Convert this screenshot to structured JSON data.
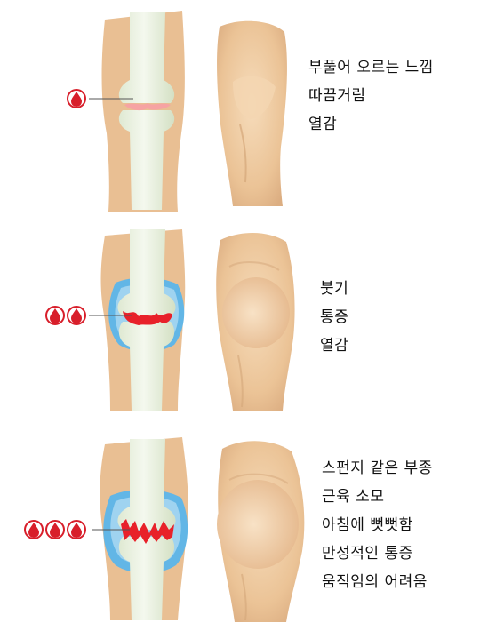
{
  "colors": {
    "skin": "#e9bf93",
    "skin_light": "#f3d4b0",
    "skin_shadow": "#d5a57a",
    "bone": "#eef3e6",
    "bone_shade": "#d7e3c8",
    "synovium": "#62b6e6",
    "synovium_dark": "#2e86c8",
    "inflammation": "#e8212a",
    "drop": "#d81e2a"
  },
  "stages": [
    {
      "severity_drops": 1,
      "symptoms": [
        "부풀어 오르는 느낌",
        "따끔거림",
        "열감"
      ]
    },
    {
      "severity_drops": 2,
      "symptoms": [
        "붓기",
        "통증",
        "열감"
      ]
    },
    {
      "severity_drops": 3,
      "symptoms": [
        "스펀지 같은 부종",
        "근육 소모",
        "아침에 뻣뻣함",
        "만성적인 통증",
        "움직임의 어려움"
      ]
    }
  ]
}
